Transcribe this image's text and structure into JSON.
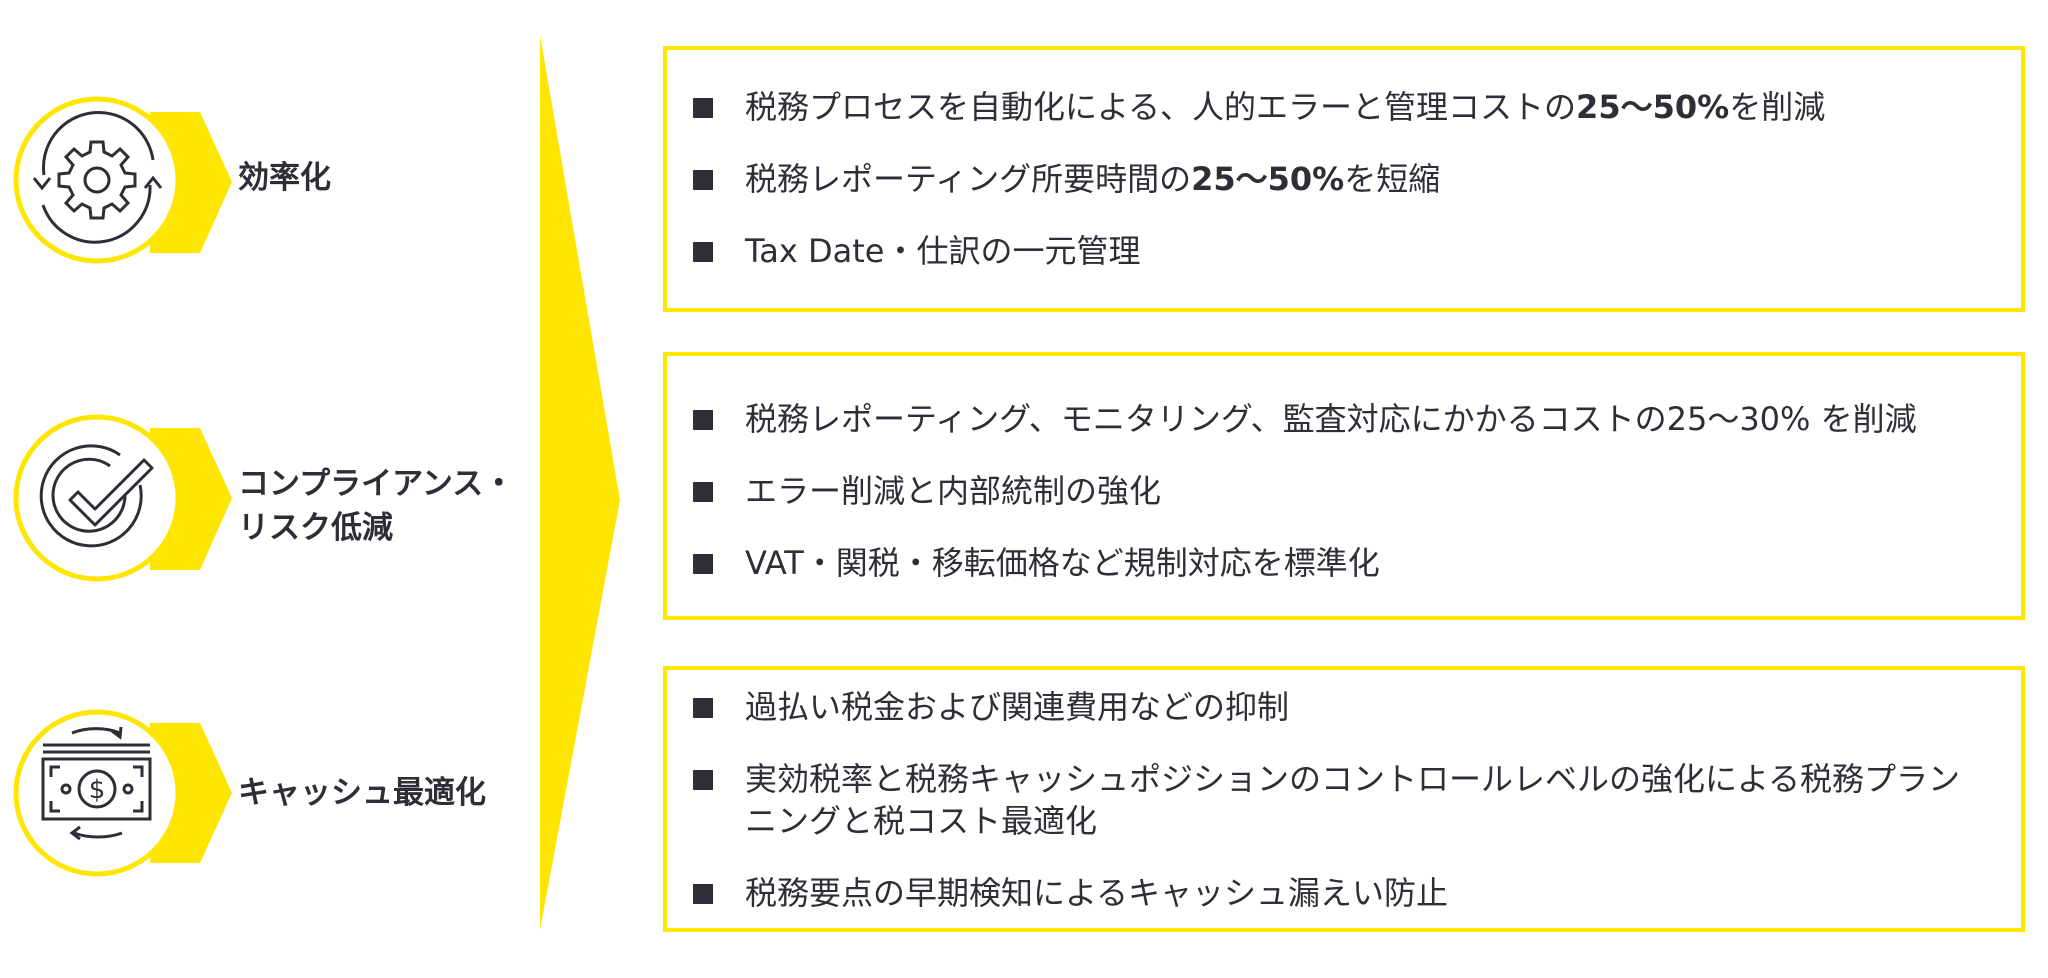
{
  "colors": {
    "accent": "#FFE600",
    "text": "#2E2E38",
    "background": "#FFFFFF"
  },
  "categories": [
    {
      "id": "efficiency",
      "icon": "gear-cycle-icon",
      "label_lines": [
        "効率化"
      ],
      "bullets": [
        {
          "pre": "税務プロセスを自動化による、人的エラーと管理コストの",
          "bold": "25〜50%",
          "post": "を削減"
        },
        {
          "pre": "税務レポーティング所要時間の",
          "bold": "25〜50%",
          "post": "を短縮"
        },
        {
          "pre": "Tax Date・仕訳の一元管理",
          "bold": "",
          "post": ""
        }
      ]
    },
    {
      "id": "compliance",
      "icon": "check-circle-icon",
      "label_lines": [
        "コンプライアンス・",
        "リスク低減"
      ],
      "bullets": [
        {
          "pre": "税務レポーティング、モニタリング、監査対応にかかるコストの25〜30% を削減",
          "bold": "",
          "post": ""
        },
        {
          "pre": "エラー削減と内部統制の強化",
          "bold": "",
          "post": ""
        },
        {
          "pre": "VAT・関税・移転価格など規制対応を標準化",
          "bold": "",
          "post": ""
        }
      ]
    },
    {
      "id": "cash",
      "icon": "cash-exchange-icon",
      "label_lines": [
        "キャッシュ最適化"
      ],
      "bullets": [
        {
          "pre": "過払い税金および関連費用などの抑制",
          "bold": "",
          "post": ""
        },
        {
          "pre": "実効税率と税務キャッシュポジションのコントロールレベルの強化による税務プランニングと税コスト最適化",
          "bold": "",
          "post": ""
        },
        {
          "pre": "税務要点の早期検知によるキャッシュ漏えい防止",
          "bold": "",
          "post": ""
        }
      ]
    }
  ]
}
